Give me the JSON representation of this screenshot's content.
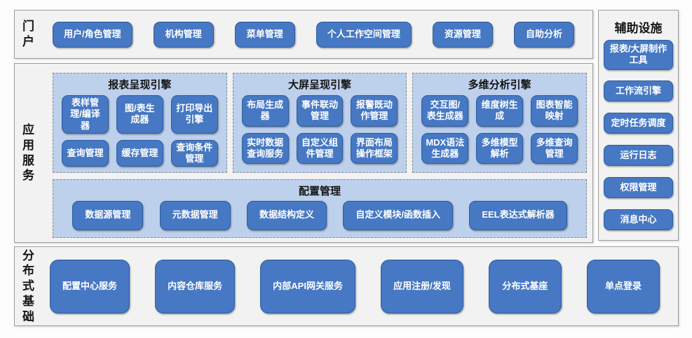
{
  "colors": {
    "panel_bg": "#f2f2f2",
    "panel_border": "#9d9d9d",
    "button_fill": "#4678c3",
    "button_border": "#2f5d9e",
    "group_bg": "#bdd0ec",
    "group_border": "#8a8a8a",
    "text_dark": "#151515",
    "text_light": "#ffffff"
  },
  "portal": {
    "label": "门户",
    "buttons": [
      "用户/角色管理",
      "机构管理",
      "菜单管理",
      "个人工作空间管理",
      "资源管理",
      "自助分析"
    ]
  },
  "app_services": {
    "label": "应用服务",
    "engines": [
      {
        "title": "报表呈现引擎",
        "items": [
          "表样管理/编译器",
          "图/表生成器",
          "打印导出引擎",
          "查询管理",
          "缓存管理",
          "查询条件管理"
        ]
      },
      {
        "title": "大屏呈现引擎",
        "items": [
          "布局生成器",
          "事件联动管理",
          "报警既动作管理",
          "实时数据查询服务",
          "自定义组件管理",
          "界面布局操作框架"
        ]
      },
      {
        "title": "多维分析引擎",
        "items": [
          "交互图/表生成器",
          "维度树生成",
          "图表智能映射",
          "MDX语法生成器",
          "多维模型解析",
          "多维查询管理"
        ]
      }
    ],
    "config": {
      "title": "配置管理",
      "items": [
        "数据源管理",
        "元数据管理",
        "数据结构定义",
        "自定义模块/函数插入",
        "EEL表达式解析器"
      ]
    }
  },
  "auxiliary": {
    "title": "辅助设施",
    "buttons": [
      "报表/大屏制作工具",
      "工作流引擎",
      "定时任务调度",
      "运行日志",
      "权限管理",
      "消息中心"
    ]
  },
  "foundation": {
    "label": "分布式基础",
    "buttons": [
      "配置中心服务",
      "内容仓库服务",
      "内部API网关服务",
      "应用注册/发现",
      "分布式基座",
      "单点登录"
    ]
  }
}
